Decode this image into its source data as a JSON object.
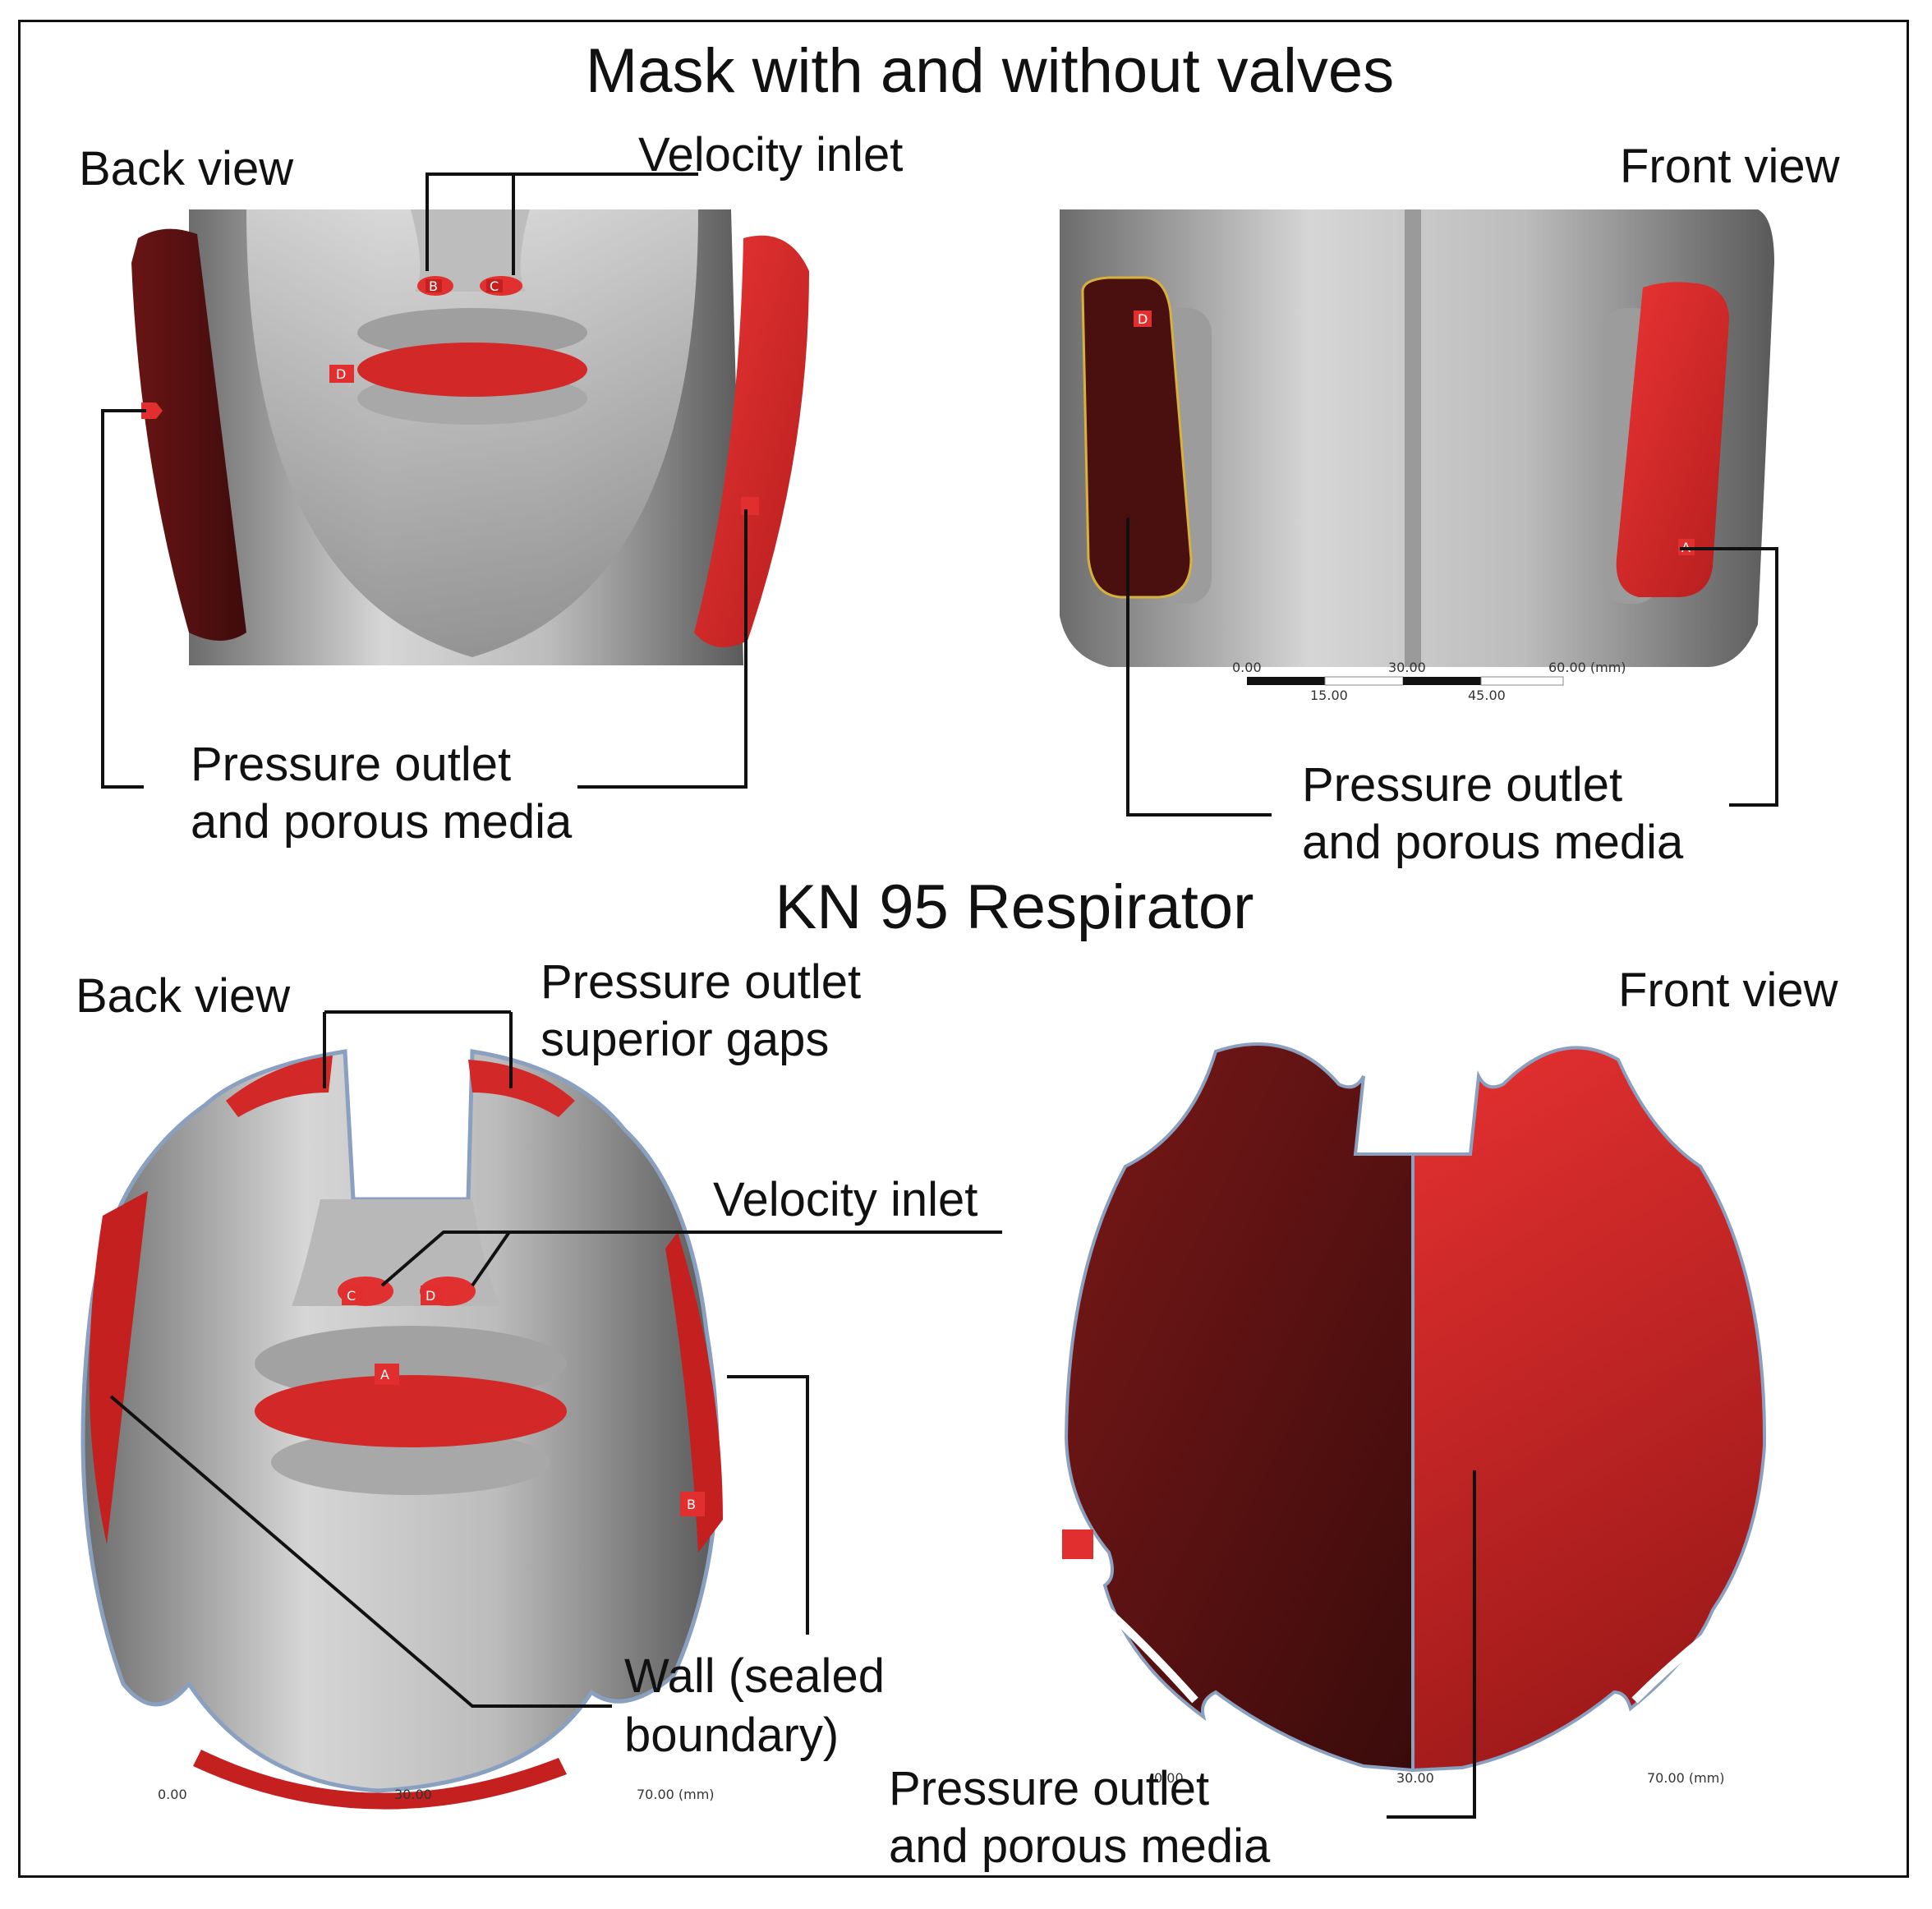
{
  "titles": {
    "top": "Mask with and without  valves",
    "middle": "KN 95 Respirator"
  },
  "top_panel": {
    "back_view": "Back view",
    "front_view": "Front view",
    "velocity_inlet": "Velocity inlet",
    "pressure_outlet_left_line1": "Pressure outlet",
    "pressure_outlet_left_line2": "and porous media",
    "pressure_outlet_right_line1": "Pressure outlet",
    "pressure_outlet_right_line2": "and porous media",
    "scale": {
      "t0": "0.00",
      "t1": "30.00",
      "t2": "60.00 (mm)",
      "b1": "15.00",
      "b2": "45.00"
    },
    "tags": {
      "b": "B",
      "c": "C",
      "d": "D",
      "a": "A"
    }
  },
  "bottom_panel": {
    "back_view": "Back view",
    "front_view": "Front view",
    "pressure_outlet_gaps_line1": "Pressure outlet",
    "pressure_outlet_gaps_line2": "superior gaps",
    "velocity_inlet": "Velocity inlet",
    "wall_line1": "Wall (sealed",
    "wall_line2": "boundary)",
    "pressure_outlet_line1": "Pressure outlet",
    "pressure_outlet_line2": "and porous media",
    "scale": {
      "left_t0": "0.00",
      "left_t1": "30.00",
      "left_t2": "70.00 (mm)",
      "right_t0": "0.00",
      "right_t1": "30.00",
      "right_t2": "70.00 (mm)"
    },
    "tags": {
      "c": "C",
      "d": "D",
      "a": "A",
      "b": "B"
    }
  },
  "colors": {
    "red_bright": "#e12f2f",
    "red_dark": "#4a1010",
    "gray_light": "#c9c9c9",
    "gray_dark": "#5e5e5e",
    "line": "#111111"
  }
}
